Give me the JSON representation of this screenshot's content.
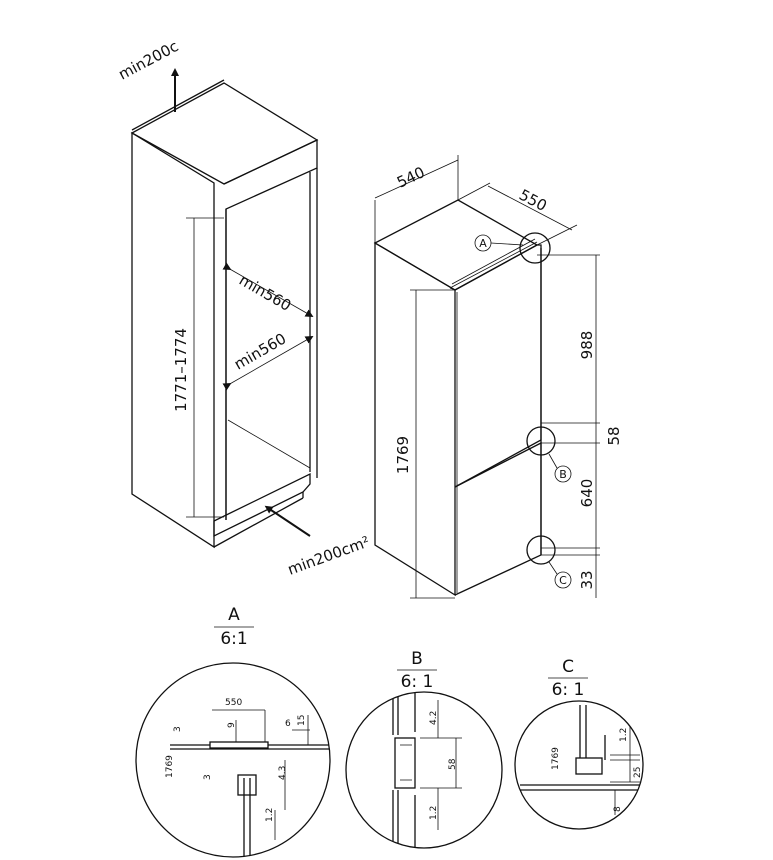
{
  "cabinet": {
    "vent_top": "min200c",
    "vent_bottom": "min200cm²",
    "height": "1771–1774",
    "width": "min560",
    "depth": "min560"
  },
  "fridge": {
    "width": "540",
    "depth": "550",
    "height": "1769",
    "upper": "988",
    "gap": "58",
    "lower": "640",
    "bottom": "33",
    "callout_a": "A",
    "callout_b": "B",
    "callout_c": "C"
  },
  "details": [
    {
      "name": "A",
      "scale": "6:1",
      "dims": {
        "d550": "550",
        "d9": "9",
        "d3a": "3",
        "d6": "6",
        "d15": "15",
        "d1769": "1769",
        "d3b": "3",
        "d43": "4.3",
        "d12": "1.2"
      }
    },
    {
      "name": "B",
      "scale": "6: 1",
      "dims": {
        "d42": "4.2",
        "d58": "58",
        "d12": "1.2"
      }
    },
    {
      "name": "C",
      "scale": "6: 1",
      "dims": {
        "d1769": "1769",
        "d12": "1.2",
        "d25": "25",
        "d8": "8"
      }
    }
  ]
}
